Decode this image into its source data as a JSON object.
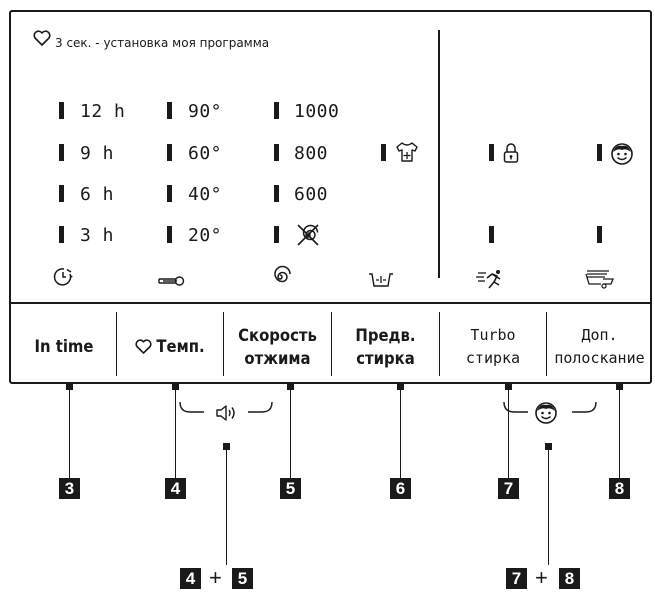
{
  "header": {
    "hint": "3 сек. - установка моя программа",
    "hint_icon": "heart-icon"
  },
  "in_time": {
    "values": [
      "12 h",
      "9 h",
      "6 h",
      "3 h"
    ],
    "icon": "timer-icon"
  },
  "temperature": {
    "values": [
      "90°",
      "60°",
      "40°",
      "20°"
    ],
    "icon": "thermometer-icon"
  },
  "spin": {
    "values": [
      "1000",
      "800",
      "600"
    ],
    "no_spin_icon": "no-spin-icon",
    "icon": "spin-icon"
  },
  "prewash": {
    "indicator_icon": "extra-rinse-shirt-icon",
    "icon": "prewash-tub-icon"
  },
  "turbo": {
    "indicator_icon": "lock-icon",
    "icon": "turbo-runner-icon"
  },
  "extra_rinse": {
    "indicator_icon": "smiley-icon",
    "icon": "rinse-tub-icon"
  },
  "buttons": [
    {
      "line1": "In time",
      "line2": ""
    },
    {
      "line1": "Темп.",
      "line2": "",
      "icon": "heart-icon"
    },
    {
      "line1": "Скорость",
      "line2": "отжима"
    },
    {
      "line1": "Предв.",
      "line2": "стирка"
    },
    {
      "line1": "Turbo",
      "line2": "стирка"
    },
    {
      "line1": "Доп.",
      "line2": "полоскание"
    }
  ],
  "callouts": [
    "3",
    "4",
    "5",
    "6",
    "7",
    "8"
  ],
  "combos": [
    {
      "a": "4",
      "plus": "+",
      "b": "5",
      "icon": "sound-icon"
    },
    {
      "a": "7",
      "plus": "+",
      "b": "8",
      "icon": "child-lock-smiley-icon"
    }
  ]
}
